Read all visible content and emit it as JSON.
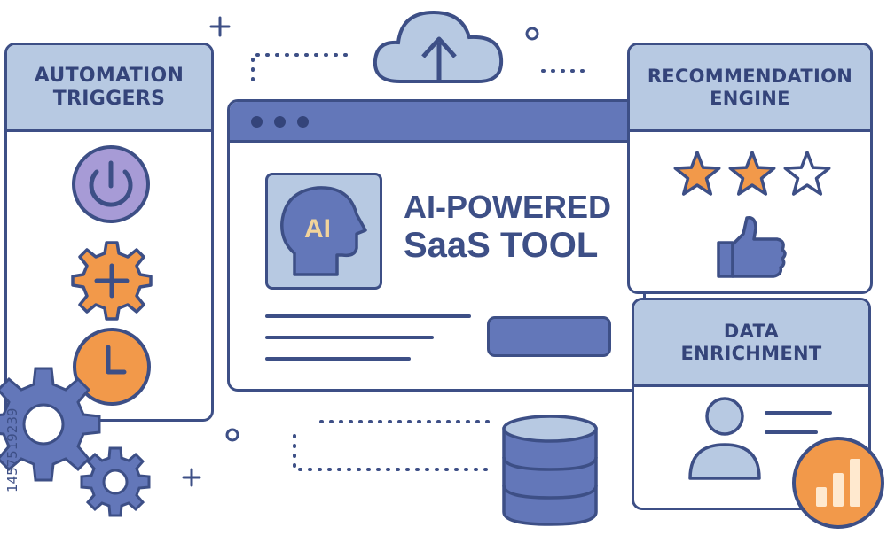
{
  "panels": {
    "triggers_title": "AUTOMATION\nTRIGGERS",
    "recommendation_title": "RECOMMENDATION\nENGINE",
    "enrichment_title": "DATA\nENRICHMENT"
  },
  "hero": {
    "badge": "AI",
    "title_line1": "AI-POWERED",
    "title_line2": "SaaS TOOL"
  },
  "rating": {
    "filled_stars": 2,
    "total_stars": 3
  },
  "watermark": "1457519239",
  "colors": {
    "navy": "#3d4f86",
    "light_blue": "#b7c9e2",
    "mid_blue": "#6377b9",
    "orange": "#f2994a",
    "lavender": "#a79bd6"
  },
  "icons": [
    "cloud-upload-icon",
    "power-icon",
    "gear-plus-icon",
    "clock-icon",
    "star-icon",
    "thumbs-up-icon",
    "user-icon",
    "bar-chart-icon",
    "database-icon",
    "ai-head-icon",
    "gear-icon",
    "plus-sparkle-icon"
  ]
}
